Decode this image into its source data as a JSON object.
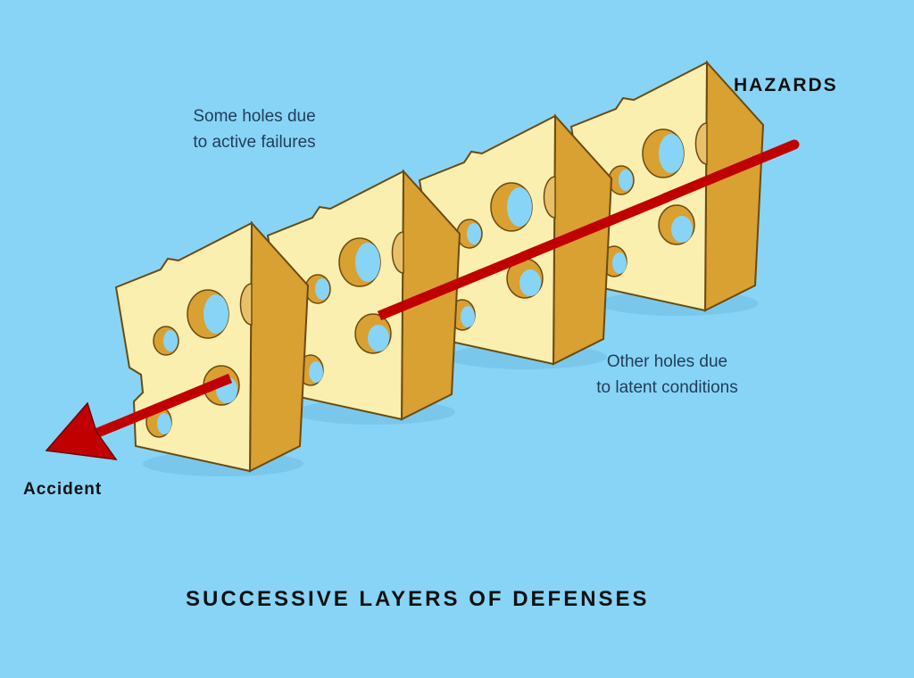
{
  "labels": {
    "hazards": "HAZARDS",
    "active_line1": "Some holes due",
    "active_line2": "to active failures",
    "latent_line1": "Other holes due",
    "latent_line2": "to latent conditions",
    "accident": "Accident",
    "title": "SUCCESSIVE LAYERS OF DEFENSES"
  },
  "colors": {
    "background": "#88d4f6",
    "cheese_face": "#fbefaf",
    "cheese_side": "#d9a032",
    "arrow": "#c00000"
  }
}
